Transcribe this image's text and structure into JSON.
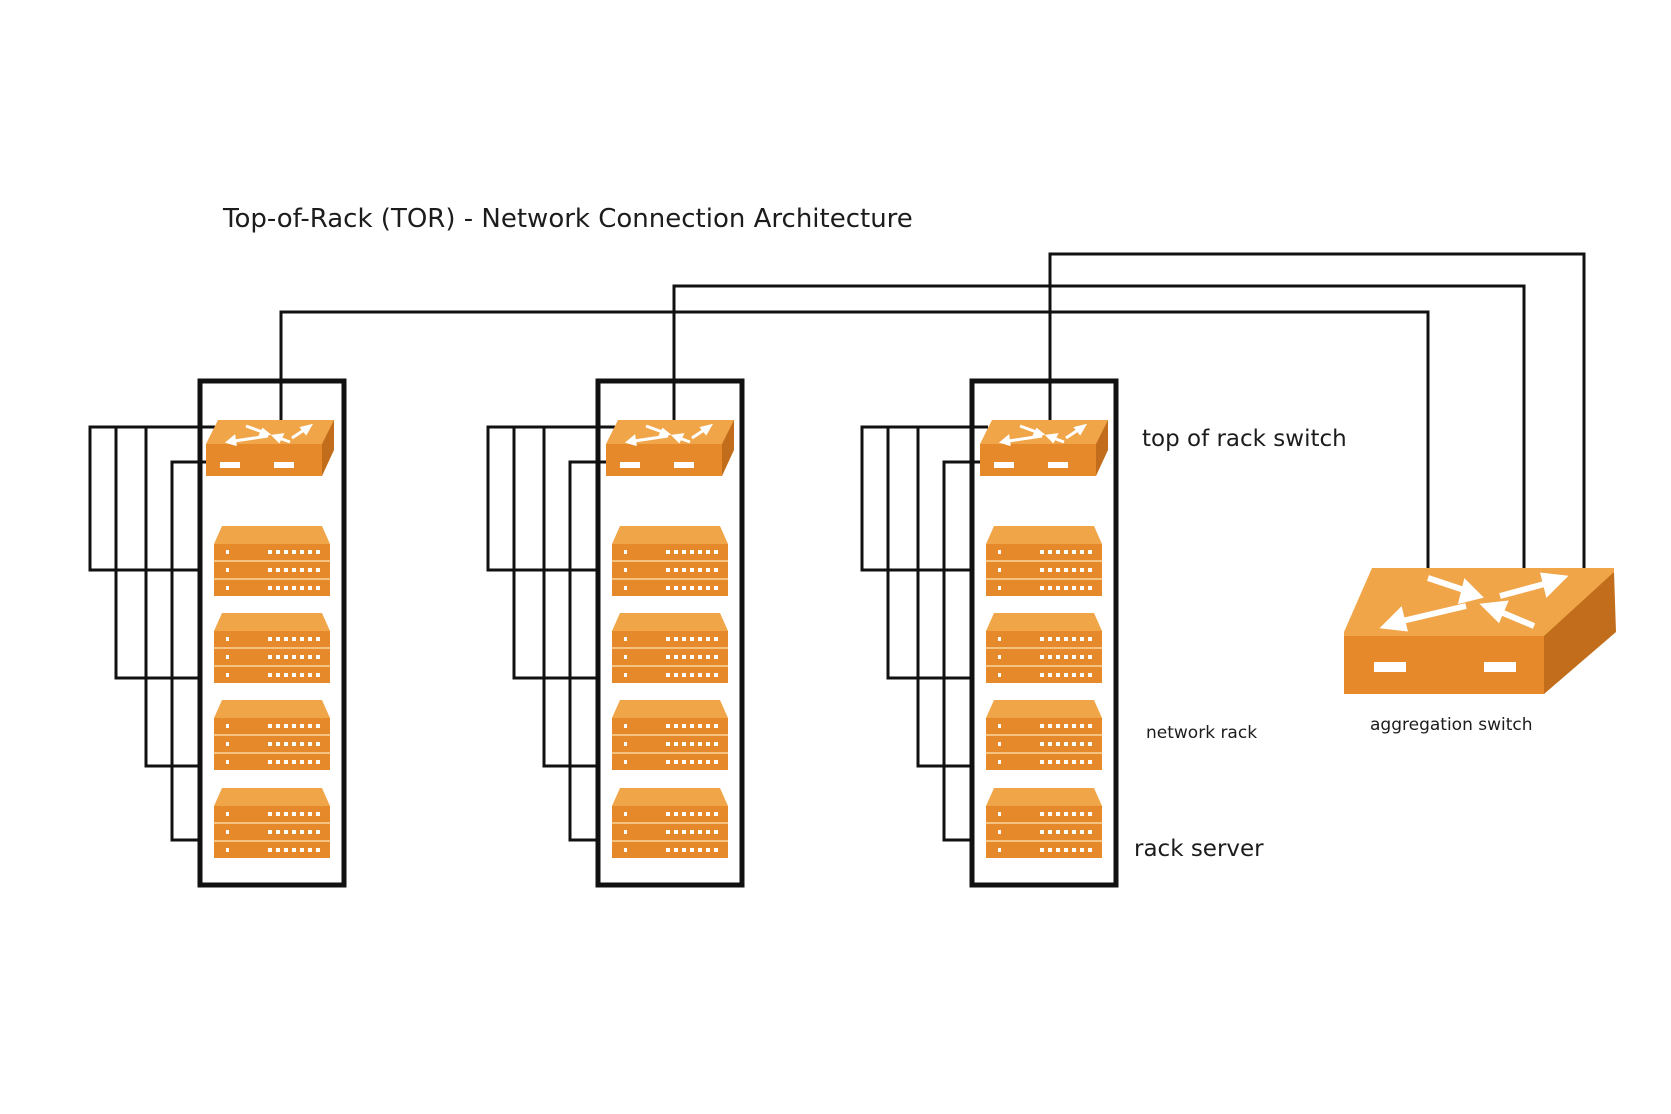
{
  "diagram": {
    "title": "Top-of-Rack (TOR) - Network Connection Architecture",
    "labels": {
      "tor_switch": "top of rack switch",
      "network_rack": "network rack",
      "rack_server": "rack server",
      "aggregation_switch": "aggregation switch"
    },
    "rack_count": 3,
    "servers_per_rack": 4,
    "colors": {
      "device_front": "#e6892a",
      "device_top": "#f0a548",
      "device_side": "#c26d1c",
      "cable": "#111111",
      "rack_frame": "#111111",
      "background": "#ffffff"
    },
    "icons": [
      "switch-icon",
      "rack-server-icon",
      "aggregation-switch-icon"
    ]
  }
}
